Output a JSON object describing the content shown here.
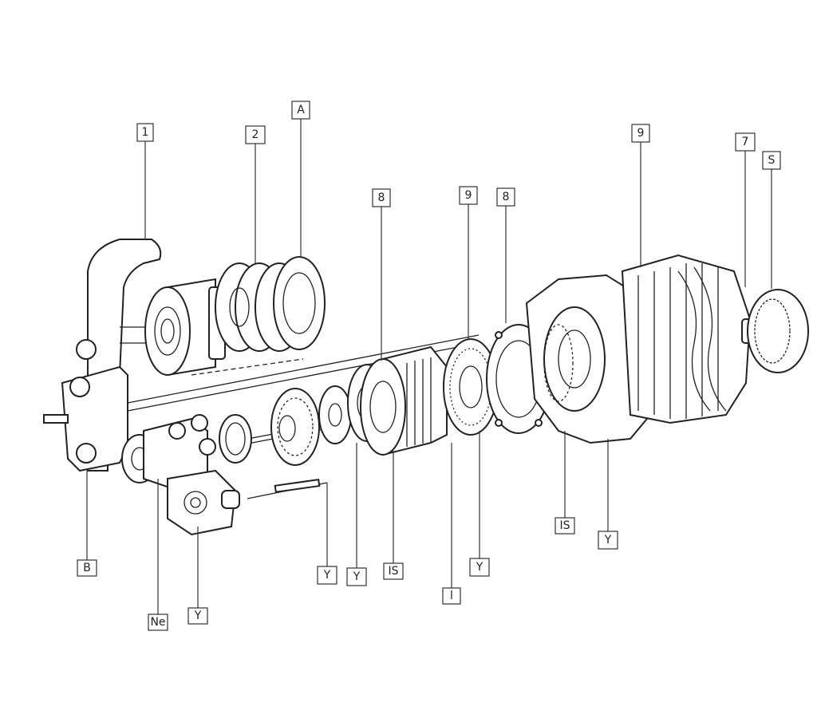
{
  "callouts": [
    {
      "id": "c1",
      "text": "1"
    },
    {
      "id": "c2",
      "text": "2"
    },
    {
      "id": "c3",
      "text": "A"
    },
    {
      "id": "c4",
      "text": "8"
    },
    {
      "id": "c5",
      "text": "9"
    },
    {
      "id": "c6",
      "text": "8"
    },
    {
      "id": "c7",
      "text": "9"
    },
    {
      "id": "c8",
      "text": "7"
    },
    {
      "id": "c9",
      "text": "S"
    },
    {
      "id": "c10",
      "text": "B"
    },
    {
      "id": "c11",
      "text": "Ne"
    },
    {
      "id": "c12",
      "text": "Y"
    },
    {
      "id": "c13",
      "text": "Y"
    },
    {
      "id": "c14",
      "text": "Y"
    },
    {
      "id": "c15",
      "text": "IS"
    },
    {
      "id": "c16",
      "text": "l"
    },
    {
      "id": "c17",
      "text": "Y"
    },
    {
      "id": "c18",
      "text": "IS"
    },
    {
      "id": "c19",
      "text": "Y"
    }
  ]
}
